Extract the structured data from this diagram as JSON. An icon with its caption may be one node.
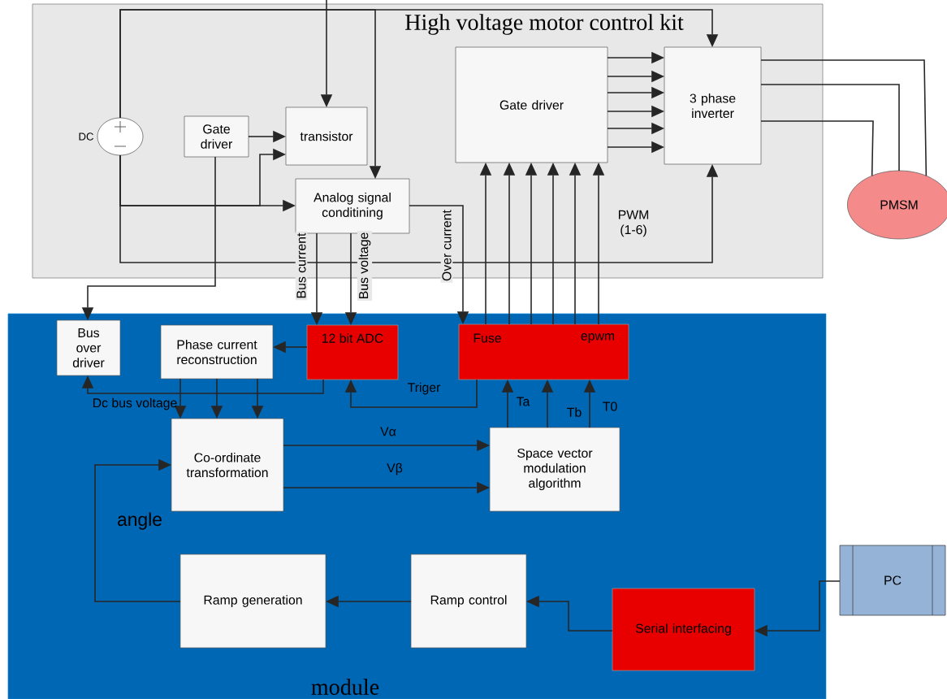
{
  "diagram": {
    "nodes": [
      {
        "text": [
          "High voltage motor control kit"
        ]
      },
      {
        "text": [],
        "shape": "circle",
        "beside": [
          "DC"
        ],
        "in": 0
      },
      {
        "text": [
          "Gate driver"
        ],
        "in": 0
      },
      {
        "text": [
          "transistor"
        ],
        "in": 0
      },
      {
        "text": [
          "Analog signal conditining"
        ],
        "in": 0
      },
      {
        "text": [
          "Gate driver"
        ],
        "in": 0
      },
      {
        "text": [
          "3 phase inverter"
        ],
        "in": 0
      },
      {
        "text": [
          "PMSM"
        ]
      },
      {
        "text": [
          "module"
        ]
      },
      {
        "text": [
          "Bus over driver"
        ],
        "in": 8
      },
      {
        "text": [
          "Phase current reconstruction"
        ],
        "in": 8
      },
      {
        "text": [
          "12 bit ADC"
        ],
        "in": 8
      },
      {
        "text": [
          "Fuse",
          "epwm"
        ],
        "in": 8
      },
      {
        "text": [
          "Co-ordinate transformation"
        ],
        "in": 8
      },
      {
        "text": [
          "Space vector modulation algorithm"
        ],
        "in": 8
      },
      {
        "text": [
          "Ramp generation"
        ],
        "in": 8
      },
      {
        "text": [
          "Ramp control"
        ],
        "in": 8
      },
      {
        "text": [
          "Serial interfacing"
        ],
        "in": 8
      },
      {
        "text": [
          "PC"
        ]
      }
    ],
    "edges": [
      {
        "from": 1,
        "to": 6,
        "arrow": "to"
      },
      {
        "from": 1,
        "to": 4,
        "arrow": "to"
      },
      {
        "from": 1,
        "to": 4,
        "arrow": "to"
      },
      {
        "from": 1,
        "to": 3,
        "arrow": "to"
      },
      {
        "from": 1,
        "to": 6,
        "arrow": "to"
      },
      {
        "from": null,
        "to": 3,
        "arrow": "to"
      },
      {
        "from": 2,
        "to": 3,
        "arrow": "to"
      },
      {
        "from": 2,
        "to": 9,
        "arrow": "to"
      },
      {
        "from": 4,
        "to": 11,
        "arrow": "to",
        "label": "Bus current"
      },
      {
        "from": 4,
        "to": 11,
        "arrow": "to",
        "label": "Bus voltage"
      },
      {
        "from": 4,
        "to": 12,
        "arrow": "to",
        "label": "Over current"
      },
      {
        "from": 5,
        "to": 6,
        "arrow": "to"
      },
      {
        "from": 5,
        "to": 6,
        "arrow": "to"
      },
      {
        "from": 5,
        "to": 6,
        "arrow": "to"
      },
      {
        "from": 5,
        "to": 6,
        "arrow": "to"
      },
      {
        "from": 5,
        "to": 6,
        "arrow": "to"
      },
      {
        "from": 5,
        "to": 6,
        "arrow": "to"
      },
      {
        "from": 12,
        "to": 5,
        "arrow": "to"
      },
      {
        "from": 12,
        "to": 5,
        "arrow": "to"
      },
      {
        "from": 12,
        "to": 5,
        "arrow": "to"
      },
      {
        "from": 12,
        "to": 5,
        "arrow": "to"
      },
      {
        "from": 12,
        "to": 5,
        "arrow": "to"
      },
      {
        "from": 12,
        "to": 5,
        "arrow": "to"
      },
      {
        "from": 6,
        "to": 7,
        "arrow": "none"
      },
      {
        "from": 6,
        "to": 7,
        "arrow": "none"
      },
      {
        "from": 6,
        "to": 7,
        "arrow": "none"
      },
      {
        "from": 11,
        "to": 10,
        "arrow": "to"
      },
      {
        "from": 11,
        "to": 9,
        "arrow": "to",
        "label": "Dc bus voltage"
      },
      {
        "from": 10,
        "to": 13,
        "arrow": "to"
      },
      {
        "from": 10,
        "to": 13,
        "arrow": "to"
      },
      {
        "from": 10,
        "to": 13,
        "arrow": "to"
      },
      {
        "from": 12,
        "to": 11,
        "arrow": "to",
        "label": "Triger"
      },
      {
        "from": 13,
        "to": 14,
        "arrow": "to",
        "label": "Vα"
      },
      {
        "from": 13,
        "to": 14,
        "arrow": "to",
        "label": "Vβ"
      },
      {
        "from": 14,
        "to": 12,
        "arrow": "to",
        "label": "Ta"
      },
      {
        "from": 14,
        "to": 12,
        "arrow": "to",
        "label": "Tb"
      },
      {
        "from": 14,
        "to": 12,
        "arrow": "to",
        "label": "T0"
      },
      {
        "from": 15,
        "to": 13,
        "arrow": "to",
        "label": "angle"
      },
      {
        "from": 16,
        "to": 15,
        "arrow": "to"
      },
      {
        "from": 17,
        "to": 16,
        "arrow": "to"
      },
      {
        "from": 18,
        "to": 17,
        "arrow": "to"
      }
    ],
    "labels": [
      "PWM (1-6)"
    ]
  }
}
